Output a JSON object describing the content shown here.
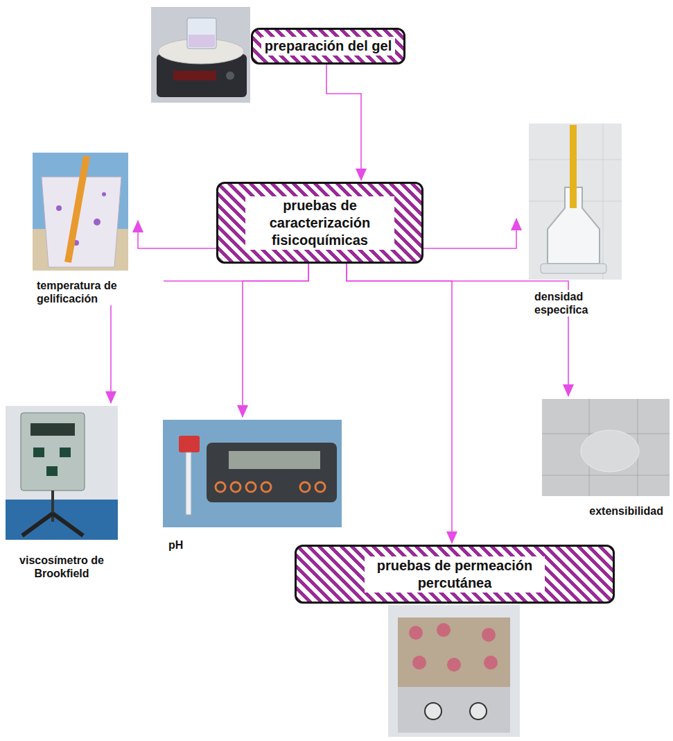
{
  "diagram": {
    "nodes": [
      {
        "text": [
          "preparación del gel"
        ]
      },
      {
        "text": [
          "pruebas de caracterización fisicoquímicas"
        ]
      },
      {
        "text": [
          "temperatura de gelificación"
        ]
      },
      {
        "text": [
          "densidad especifica"
        ]
      },
      {
        "text": [
          "viscosímetro de Brookfield"
        ]
      },
      {
        "text": [
          "pH"
        ]
      },
      {
        "text": [
          "extensibilidad"
        ]
      },
      {
        "text": [
          "pruebas de permeación percutánea"
        ]
      }
    ],
    "edges": [
      {
        "from": 0,
        "to": 1,
        "arrow": "to"
      },
      {
        "from": 1,
        "to": 2,
        "arrow": "to"
      },
      {
        "from": 1,
        "to": 3,
        "arrow": "to"
      },
      {
        "from": 1,
        "to": 4,
        "arrow": "to"
      },
      {
        "from": 1,
        "to": 5,
        "arrow": "to"
      },
      {
        "from": 1,
        "to": 7,
        "arrow": "to"
      },
      {
        "from": 1,
        "to": 6,
        "arrow": "to"
      }
    ]
  }
}
